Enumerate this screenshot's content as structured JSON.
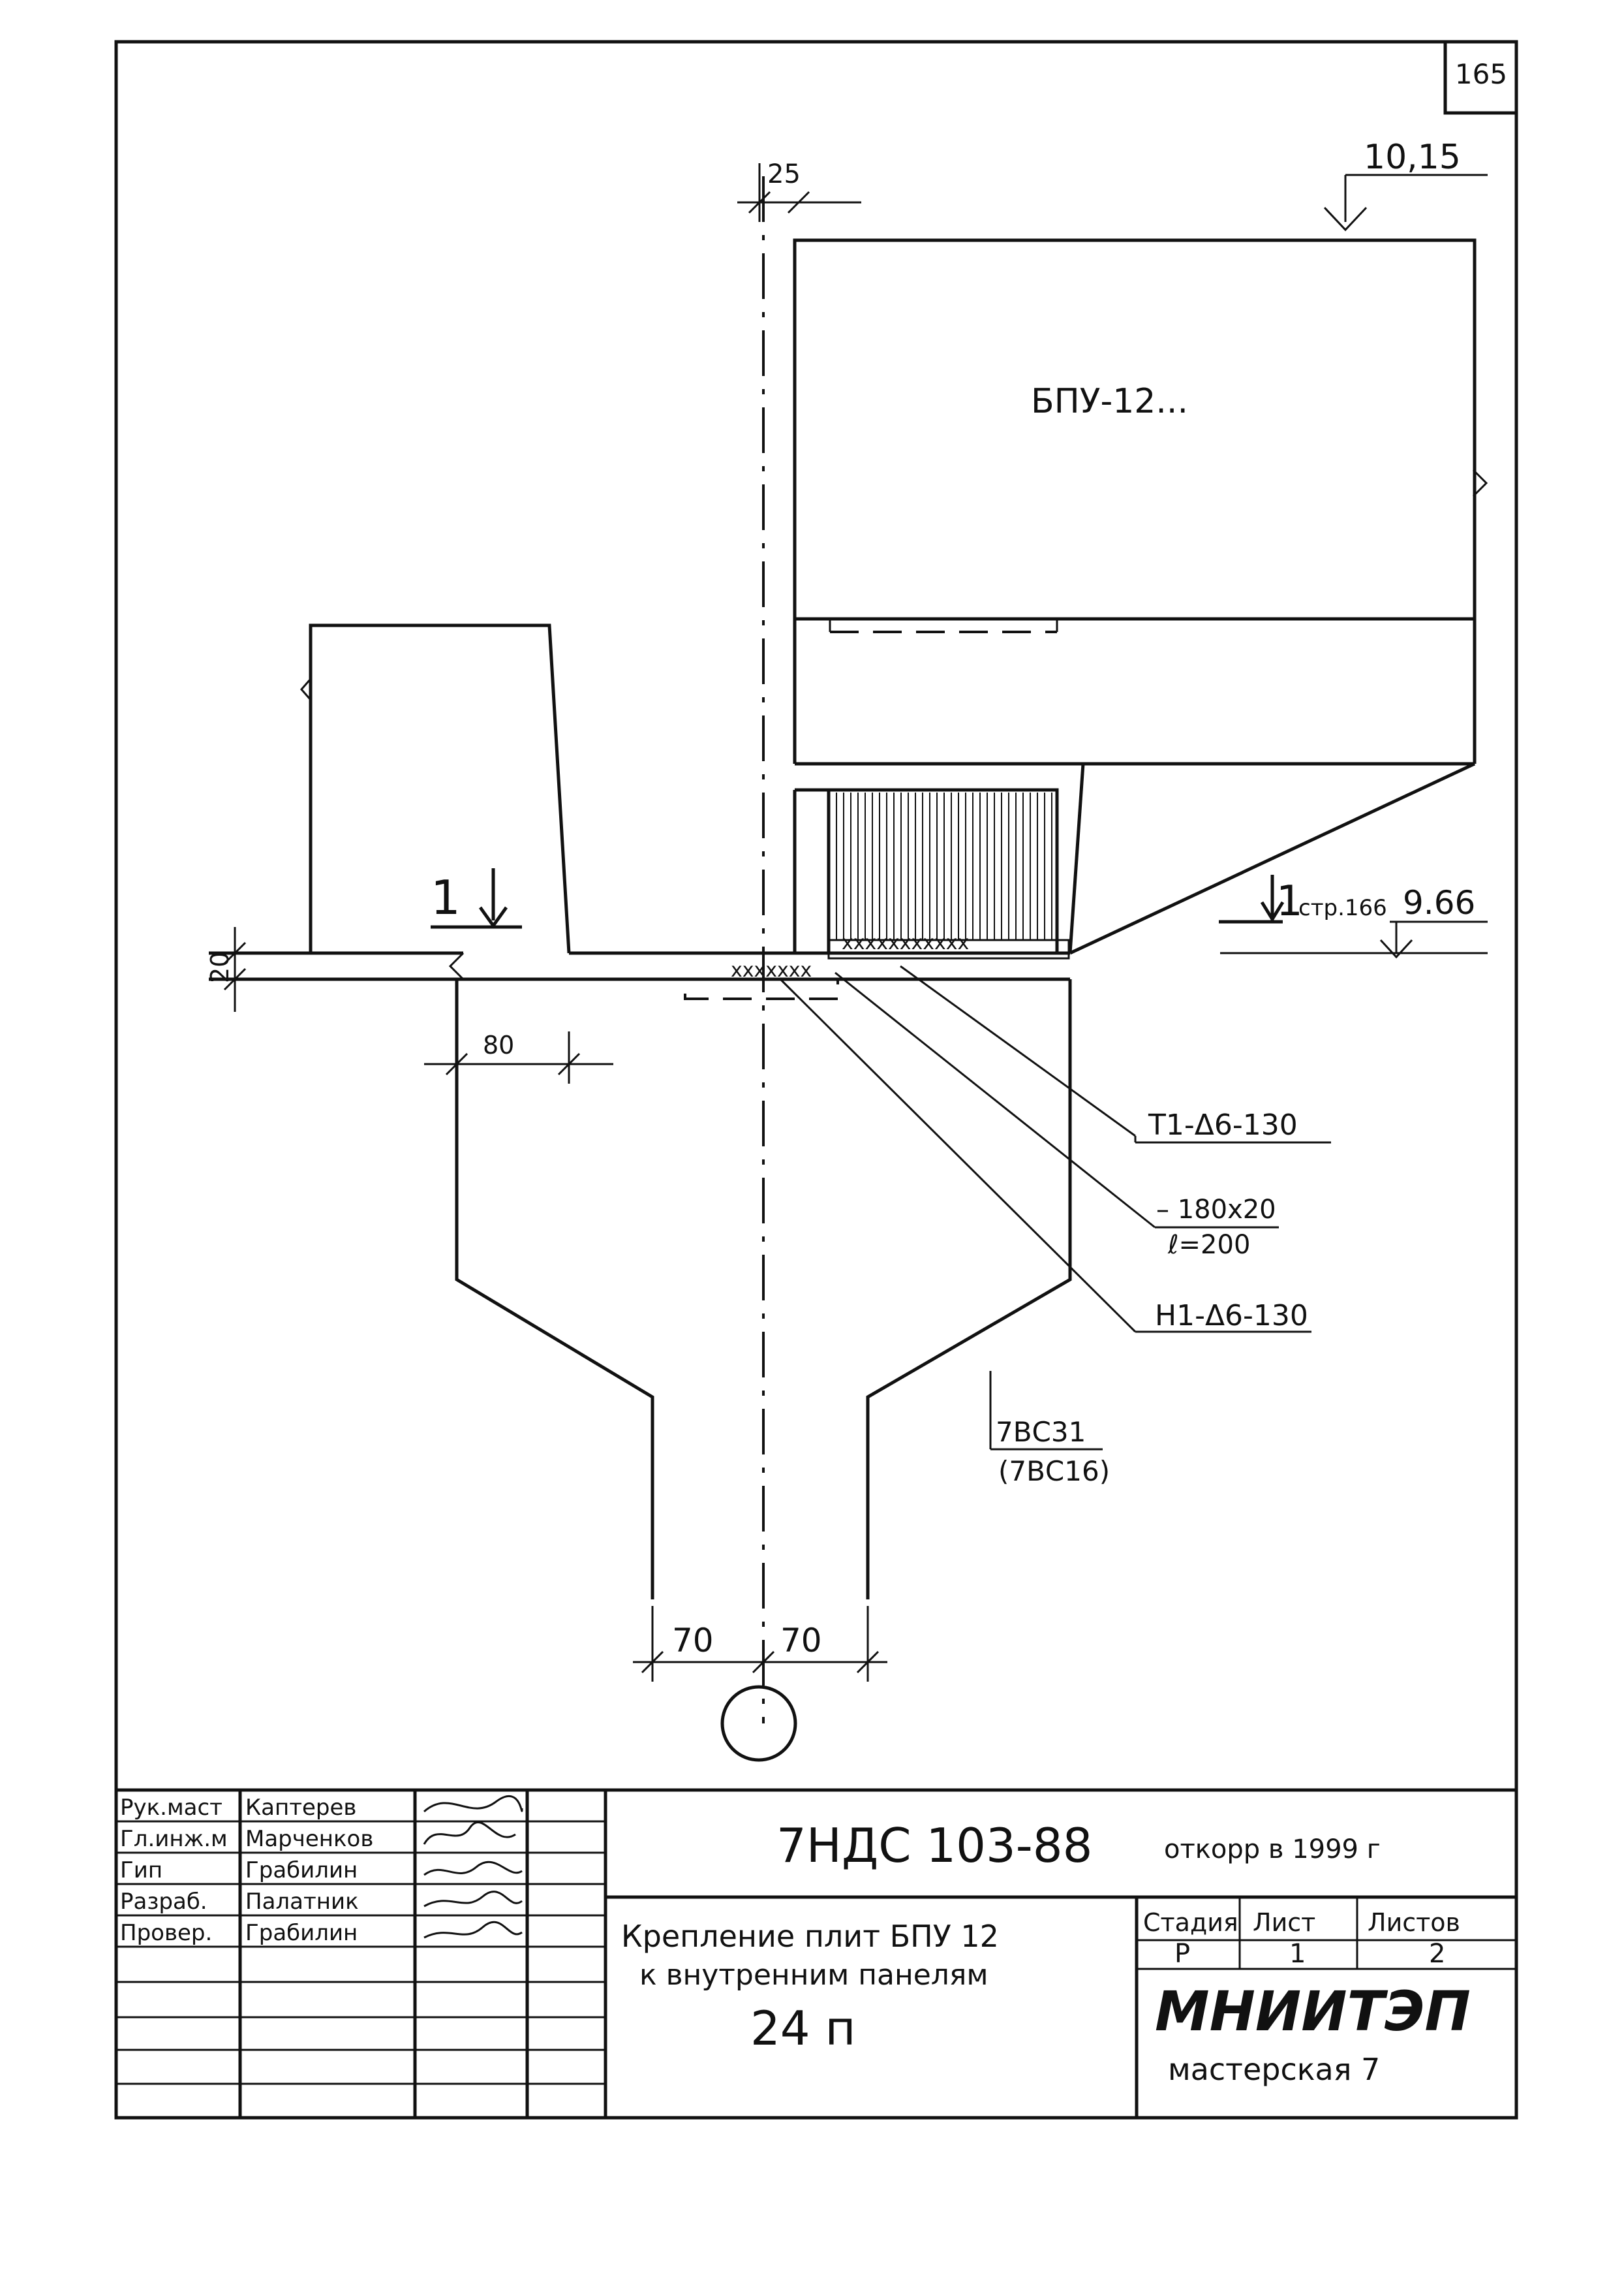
{
  "drawing": {
    "sheet_number": "165",
    "elevation_top": "10,15",
    "elevation_bottom": "9.66",
    "panel_mark": "БПУ-12...",
    "section_mark": "1",
    "section_ref": "стр.166",
    "dims": {
      "d25": "25",
      "d20": "20",
      "d80": "80",
      "d70_left": "70",
      "d70_right": "70"
    },
    "callouts": {
      "t1": "Т1-Δ6-130",
      "plate_size": "– 180х20",
      "plate_length": "ℓ=200",
      "h1": "Н1-Δ6-130",
      "concrete_class": "7ВС31",
      "concrete_alt": "(7ВС16)"
    }
  },
  "title_block": {
    "roles": [
      "Рук.маст",
      "Гл.инж.м",
      "Гип",
      "Разраб.",
      "Провер."
    ],
    "names": [
      "Каптерев",
      "Марченков",
      "Грабилин",
      "Палатник",
      "Грабилин"
    ],
    "code": "7НДС 103-88",
    "correction_note": "откорр в 1999 г",
    "title_line1": "Крепление плит   БПУ 12",
    "title_line2": "к внутренним панелям",
    "title_line3": "24 п",
    "stage_header": "Стадия",
    "sheet_header": "Лист",
    "sheets_header": "Листов",
    "stage_value": "Р",
    "sheet_value": "1",
    "sheets_value": "2",
    "org": "МНИИТЭП",
    "workshop": "мастерская 7"
  }
}
